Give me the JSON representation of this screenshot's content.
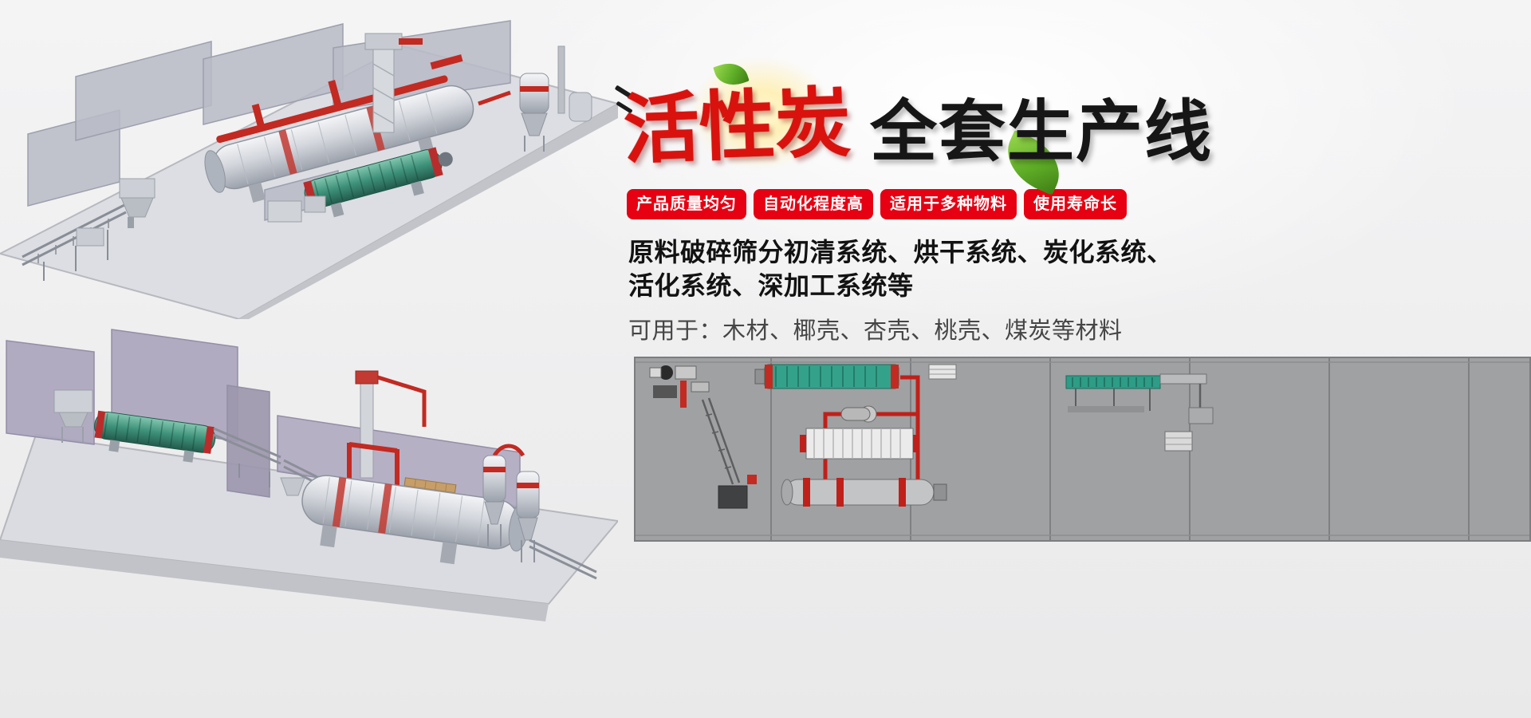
{
  "title": {
    "red": "活性炭",
    "black": "全套生产线"
  },
  "badges": [
    {
      "label": "产品质量均匀"
    },
    {
      "label": "自动化程度高"
    },
    {
      "label": "适用于多种物料"
    },
    {
      "label": "使用寿命长"
    }
  ],
  "description": {
    "line1": "原料破碎筛分初清系统、烘干系统、炭化系统、",
    "line2": "活化系统、深加工系统等",
    "materials": "可用于：木材、椰壳、杏壳、桃壳、煤炭等材料"
  },
  "illustrations": {
    "top_render": "activated-carbon-production-line-3d-render",
    "bottom_render": "activated-carbon-production-line-3d-render-2",
    "layout_diagram": "production-line-top-view-layout-diagram"
  },
  "icons": {
    "leaf": "green-leaf",
    "speed_lines": "speed-lines",
    "glow": "sun-glow"
  },
  "colors": {
    "title_red": "#d9120e",
    "title_black": "#161616",
    "badge_red": "#e60012",
    "leaf_green": "#5fae27",
    "pipe_red": "#c22a22",
    "drum_teal": "#3a8f76",
    "diagram_gray": "#9fa1a3"
  }
}
